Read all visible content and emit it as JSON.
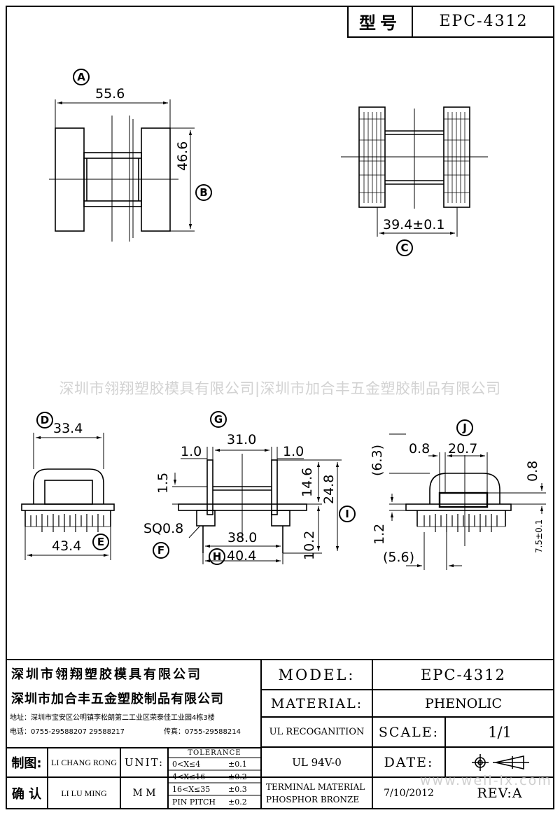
{
  "header": {
    "model_label": "型号",
    "model_value": "EPC-4312"
  },
  "views": {
    "top_left": {
      "circle": "A",
      "width": "55.6",
      "circle_height": "B",
      "height": "46.6"
    },
    "top_right": {
      "dim": "39.4±0.1",
      "circle": "C"
    },
    "bottom_left": {
      "circle_top": "D",
      "top_dim": "33.4",
      "bottom_dim": "43.4",
      "circle_bottom": "E"
    },
    "bottom_middle": {
      "circle_top": "G",
      "dim_top": "31.0",
      "dim_left_flange": "1.0",
      "dim_right_flange": "1.0",
      "dim_1_5": "1.5",
      "dim_14_6": "14.6",
      "dim_24_8": "24.8",
      "circle_right": "I",
      "dim_sq": "SQ0.8",
      "circle_f": "F",
      "dim_38": "38.0",
      "circle_h": "H",
      "dim_40_4": "40.4",
      "dim_10_2": "10.2"
    },
    "bottom_right": {
      "circle_top": "J",
      "dim_0_8_a": "0.8",
      "dim_20_7": "20.7",
      "dim_6_3": "(6.3)",
      "dim_0_8_b": "0.8",
      "dim_1_2": "1.2",
      "dim_5_6": "(5.6)",
      "dim_7_5": "7.5±0.1"
    }
  },
  "watermark": "深圳市翎翔塑胶模具有限公司|深圳市加合丰五金塑胶制品有限公司",
  "title_block": {
    "company1": "深圳市翎翔塑胶模具有限公司",
    "company2": "深圳市加合丰五金塑胶制品有限公司",
    "address": "地址：深圳市宝安区公明镇李松朗第二工业区荣泰佳工业园4栋3楼",
    "phone": "电话：0755-29588207  29588217",
    "fax": "传真：0755-29588214",
    "drawn_label": "制图:",
    "drawn_name": "LI CHANG RONG",
    "confirm_label": "确 认",
    "confirm_name": "LI LU MING",
    "unit_label": "UNIT:",
    "unit_value": "M M",
    "tolerance_title": "TOLERANCE",
    "tolerances": [
      {
        "range": "0<X≤4",
        "value": "±0.1"
      },
      {
        "range": "4<X≤16",
        "value": "±0.2"
      },
      {
        "range": "16<X≤35",
        "value": "±0.3"
      },
      {
        "range": "PIN PITCH",
        "value": "±0.2"
      }
    ],
    "model_label": "MODEL:",
    "model_value": "EPC-4312",
    "material_label": "MATERIAL:",
    "material_value": "PHENOLIC",
    "ul_label": "UL RECOGANITION",
    "ul_value": "UL 94V-0",
    "scale_label": "SCALE:",
    "scale_value": "1/1",
    "date_label": "DATE:",
    "terminal_label": "TERMINAL MATERIAL",
    "terminal_value": "PHOSPHOR  BRONZE",
    "date_value": "7/10/2012",
    "rev_label": "REV:A"
  },
  "footer_watermark": "www.well-lx.com"
}
